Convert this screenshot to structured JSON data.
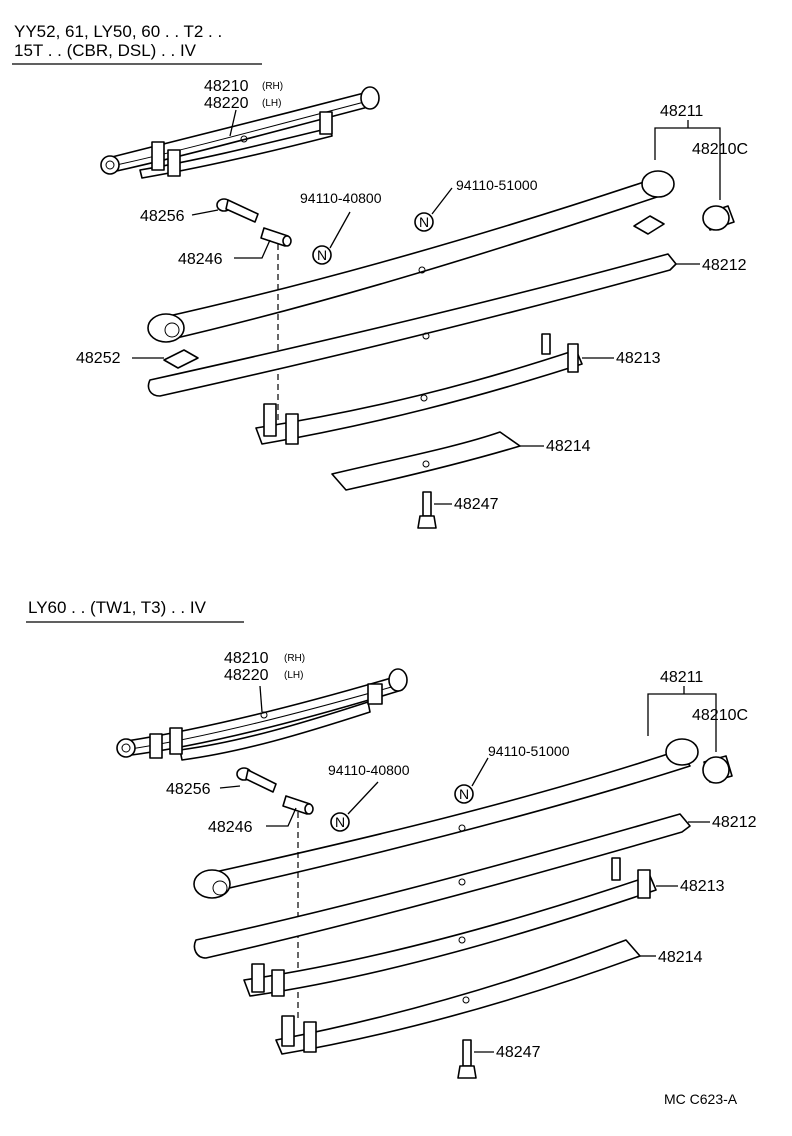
{
  "section_1": {
    "header_line1": "YY52, 61, LY50, 60 . . T2 . .",
    "header_line2": "15T . . (CBR, DSL) . . IV",
    "labels": {
      "assy_rh": "48210",
      "assy_rh_tag": "(RH)",
      "assy_lh": "48220",
      "assy_lh_tag": "(LH)",
      "leaf_no1": "48211",
      "bushing": "48210C",
      "bolt": "48256",
      "spacer": "48246",
      "nut_1": "94110-40800",
      "nut_2": "94110-51000",
      "leaf_no2": "48212",
      "insert": "48252",
      "leaf_no3": "48213",
      "leaf_no4": "48214",
      "center_bolt": "48247",
      "nut_symbol": "N"
    }
  },
  "section_2": {
    "header": "LY60 . . (TW1, T3) . . IV",
    "labels": {
      "assy_rh": "48210",
      "assy_rh_tag": "(RH)",
      "assy_lh": "48220",
      "assy_lh_tag": "(LH)",
      "leaf_no1": "48211",
      "bushing": "48210C",
      "bolt": "48256",
      "spacer": "48246",
      "nut_1": "94110-40800",
      "nut_2": "94110-51000",
      "leaf_no2": "48212",
      "leaf_no3": "48213",
      "leaf_no4": "48214",
      "center_bolt": "48247",
      "nut_symbol": "N"
    }
  },
  "footer": {
    "code": "MC  C623-A"
  }
}
